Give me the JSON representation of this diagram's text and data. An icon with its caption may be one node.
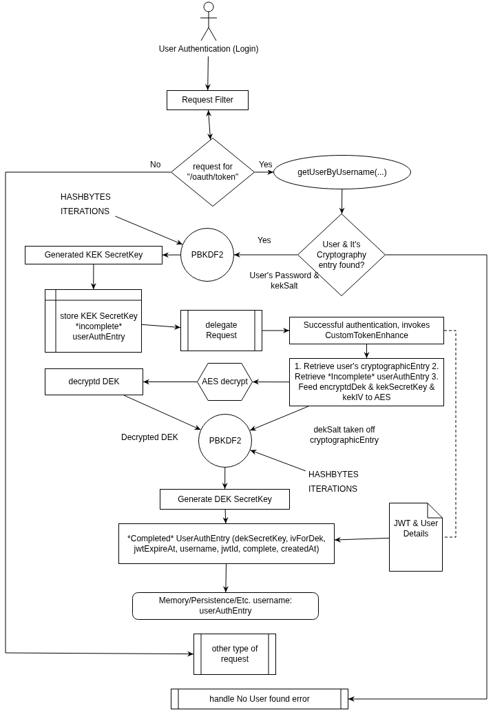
{
  "diagram": {
    "nodes": [
      {
        "text": [],
        "shape": "person",
        "beside": [
          "User Authentication (Login)"
        ]
      },
      {
        "text": [
          "Request Filter"
        ]
      },
      {
        "text": [
          "request for \"/oauth/token\""
        ]
      },
      {
        "text": [
          "getUserByUsername(...)"
        ]
      },
      {
        "text": [
          "User & It's Cryptography entry found?"
        ]
      },
      {
        "text": [
          "HASHBYTES",
          "ITERATIONS"
        ]
      },
      {
        "text": [
          "PBKDF2"
        ]
      },
      {
        "text": [
          "Generated KEK SecretKey"
        ]
      },
      {
        "text": [
          "store KEK SecretKey *incomplete* userAuthEntry"
        ]
      },
      {
        "text": [
          "delegate Request"
        ]
      },
      {
        "text": [
          "Successful authentication, invokes CustomTokenEnhance"
        ]
      },
      {
        "text": [
          "1. Retrieve user's cryptographicEntry 2. Retrieve *Incomplete* userAuthEntry 3. Feed encryptdDek & kekSecretKey & kekIV to AES"
        ]
      },
      {
        "text": [
          "AES decrypt"
        ]
      },
      {
        "text": [
          "decryptd DEK"
        ]
      },
      {
        "text": [
          "PBKDF2"
        ]
      },
      {
        "text": [
          "HASHBYTES",
          "ITERATIONS"
        ]
      },
      {
        "text": [
          "Generate DEK SecretKey"
        ]
      },
      {
        "text": [
          "*Completed* UserAuthEntry (dekSecretKey, ivForDek, jwtExpireAt, username, jwtId, complete, createdAt)"
        ]
      },
      {
        "text": [
          "JWT & User Details"
        ]
      },
      {
        "text": [
          "Memory/Persistence/Etc. username: userAuthEntry"
        ]
      },
      {
        "text": [
          "other type of request"
        ]
      },
      {
        "text": [
          "handle No User found error"
        ]
      }
    ],
    "edges": [
      {
        "from": 0,
        "to": 1,
        "arrow": "to"
      },
      {
        "from": 1,
        "to": 2,
        "arrow": "both"
      },
      {
        "from": 2,
        "to": 3,
        "arrow": "to",
        "label": "Yes"
      },
      {
        "from": 2,
        "to": 20,
        "arrow": "to",
        "label": "No"
      },
      {
        "from": 3,
        "to": 4,
        "arrow": "to"
      },
      {
        "from": 4,
        "to": 6,
        "arrow": "to",
        "label": "Yes"
      },
      {
        "from": 4,
        "to": 21,
        "arrow": "to"
      },
      {
        "from": 5,
        "to": 6,
        "arrow": "to"
      },
      {
        "from": 6,
        "to": 7,
        "arrow": "to"
      },
      {
        "from": 7,
        "to": 8,
        "arrow": "to"
      },
      {
        "from": 8,
        "to": 9,
        "arrow": "to"
      },
      {
        "from": 9,
        "to": 10,
        "arrow": "to"
      },
      {
        "from": 10,
        "to": 11,
        "arrow": "to"
      },
      {
        "from": 10,
        "to": 18,
        "arrow": "none",
        "style": "dashed"
      },
      {
        "from": 11,
        "to": 12,
        "arrow": "to"
      },
      {
        "from": 12,
        "to": 13,
        "arrow": "to"
      },
      {
        "from": 13,
        "to": 14,
        "arrow": "to",
        "label": "Decrypted DEK"
      },
      {
        "from": 11,
        "to": 14,
        "arrow": "to",
        "label": "dekSalt taken off cryptographicEntry"
      },
      {
        "from": 15,
        "to": 14,
        "arrow": "to"
      },
      {
        "from": 14,
        "to": 16,
        "arrow": "to"
      },
      {
        "from": 16,
        "to": 17,
        "arrow": "to"
      },
      {
        "from": 18,
        "to": 17,
        "arrow": "to"
      },
      {
        "from": 17,
        "to": 19,
        "arrow": "to"
      }
    ],
    "labels": [
      "User's Password & kekSalt"
    ]
  }
}
